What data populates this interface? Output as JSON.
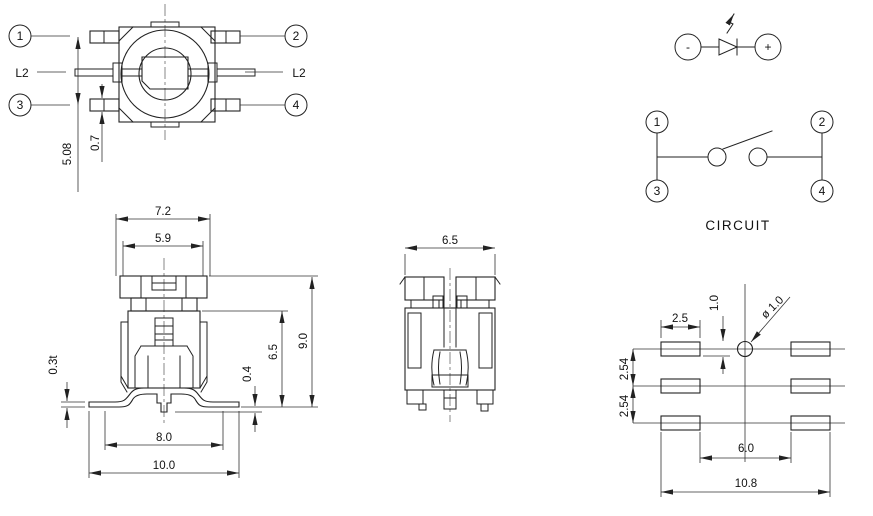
{
  "colors": {
    "line": "#222222",
    "background": "#ffffff"
  },
  "top_view": {
    "pin1": "1",
    "pin2": "2",
    "pin3": "3",
    "pin4": "4",
    "led_terminal_left": "L2",
    "led_terminal_right": "L2",
    "dim_terminal_pitch": "5.08",
    "dim_terminal_width": "0.7"
  },
  "front_view": {
    "dim_cap_width": "7.2",
    "dim_actuator_width": "5.9",
    "dim_total_height": "9.0",
    "dim_body_height": "6.5",
    "dim_standoff": "0.4",
    "dim_bracket_thickness": "0.3t",
    "dim_base_width": "8.0",
    "dim_overall_width": "10.0"
  },
  "side_view": {
    "dim_depth": "6.5"
  },
  "circuit_diagram": {
    "caption": "CIRCUIT",
    "led_negative": "-",
    "led_positive": "+",
    "pin1": "1",
    "pin2": "2",
    "pin3": "3",
    "pin4": "4"
  },
  "land_pattern": {
    "dim_pad_width": "2.5",
    "dim_pad_height": "1.0",
    "dim_hole_diameter": "ø 1.0",
    "dim_row_pitch_top": "2.54",
    "dim_row_pitch_bottom": "2.54",
    "dim_pad_inner_span": "6.0",
    "dim_overall_width": "10.8"
  }
}
